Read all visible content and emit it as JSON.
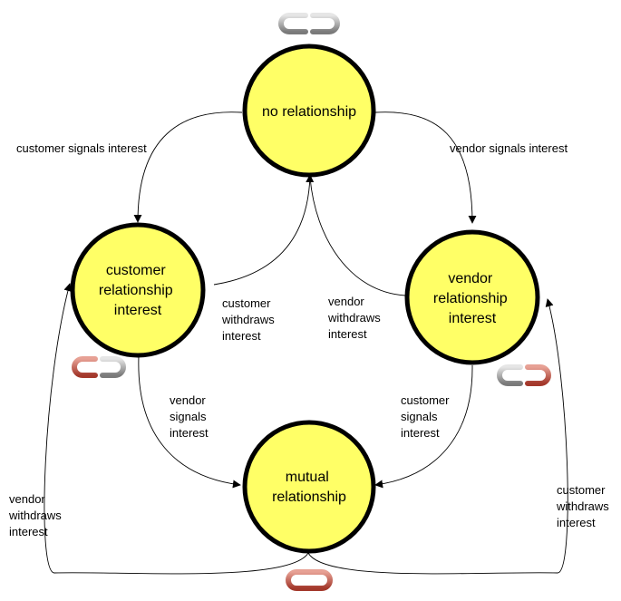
{
  "nodes": {
    "no_relationship": {
      "lines": [
        "no relationship"
      ]
    },
    "customer_interest": {
      "lines": [
        "customer",
        "relationship",
        "interest"
      ]
    },
    "vendor_interest": {
      "lines": [
        "vendor",
        "relationship",
        "interest"
      ]
    },
    "mutual": {
      "lines": [
        "mutual",
        "relationship"
      ]
    }
  },
  "edges": {
    "customer_signals_top": {
      "lines": [
        "customer signals interest"
      ]
    },
    "vendor_signals_top": {
      "lines": [
        "vendor signals interest"
      ]
    },
    "customer_withdraws_mid": {
      "lines": [
        "customer",
        "withdraws",
        "interest"
      ]
    },
    "vendor_withdraws_mid": {
      "lines": [
        "vendor",
        "withdraws",
        "interest"
      ]
    },
    "vendor_signals_low": {
      "lines": [
        "vendor",
        "signals",
        "interest"
      ]
    },
    "customer_signals_low": {
      "lines": [
        "customer",
        "signals",
        "interest"
      ]
    },
    "vendor_withdraws_outer": {
      "lines": [
        "vendor",
        "withdraws",
        "interest"
      ]
    },
    "customer_withdraws_outer": {
      "lines": [
        "customer",
        "withdraws",
        "interest"
      ]
    }
  },
  "link_icons": {
    "top": {
      "icon": "chain-link-broken-icon",
      "left_color": "#9a9a9a",
      "right_color": "#9a9a9a"
    },
    "customer": {
      "icon": "chain-link-half-icon",
      "left_color": "#b54a3c",
      "right_color": "#9a9a9a"
    },
    "vendor": {
      "icon": "chain-link-half-icon",
      "left_color": "#9a9a9a",
      "right_color": "#b54a3c"
    },
    "mutual": {
      "icon": "chain-link-joined-icon",
      "left_color": "#b54a3c",
      "right_color": "#b54a3c"
    }
  }
}
